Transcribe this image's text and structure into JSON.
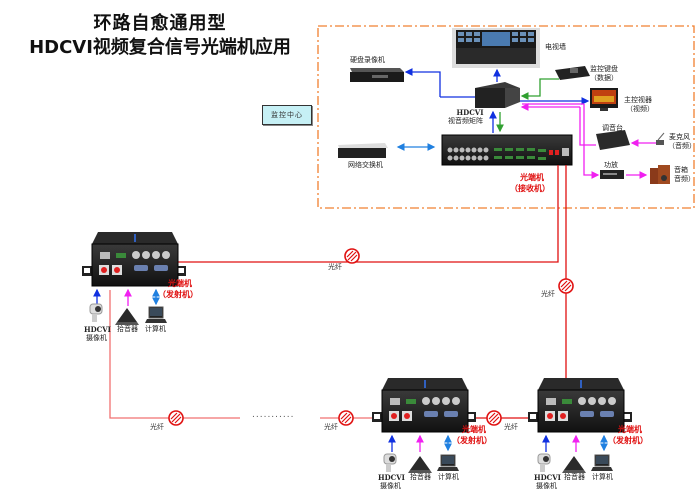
{
  "title": {
    "line1": "环路自愈通用型",
    "line2": "HDCVI视频复合信号光端机应用"
  },
  "monitoring_center": {
    "label": "监控中心",
    "devices": {
      "dvr": "硬盘录像机",
      "video_wall": "电视墙",
      "keyboard": "监控键盘",
      "keyboard_sub": "（数据）",
      "matrix_line1": "HDCVI",
      "matrix_line2": "视音频矩阵",
      "main_monitor": "主控视器",
      "main_monitor_sub": "（视频）",
      "mixer": "调音台",
      "microphone": "麦克风",
      "microphone_sub": "（音频）",
      "amplifier": "功放",
      "speaker": "音箱",
      "speaker_sub": "音频）",
      "switch": "网络交换机",
      "receiver_line1": "光端机",
      "receiver_line2": "（接收机）"
    }
  },
  "remote_sites": [
    {
      "transmitter_line1": "光端机",
      "transmitter_line2": "（发射机）",
      "camera_line1": "HDCVI",
      "camera_line2": "摄像机",
      "pickup": "拾音器",
      "computer": "计算机"
    },
    {
      "transmitter_line1": "光端机",
      "transmitter_line2": "（发射机）",
      "camera_line1": "HDCVI",
      "camera_line2": "摄像机",
      "pickup": "拾音器",
      "computer": "计算机"
    },
    {
      "transmitter_line1": "光端机",
      "transmitter_line2": "（发射机）",
      "camera_line1": "HDCVI",
      "camera_line2": "摄像机",
      "pickup": "拾音器",
      "computer": "计算机"
    }
  ],
  "fiber_label": "光纤",
  "ellipsis": "...........",
  "colors": {
    "fiber": "#e01010",
    "fiber_light": "#f07070",
    "video": "#1030e0",
    "data": "#30a030",
    "audio": "#f020f0",
    "network": "#2080e0",
    "center_border": "#f08030",
    "center_label_bg": "#c6f0f5"
  }
}
